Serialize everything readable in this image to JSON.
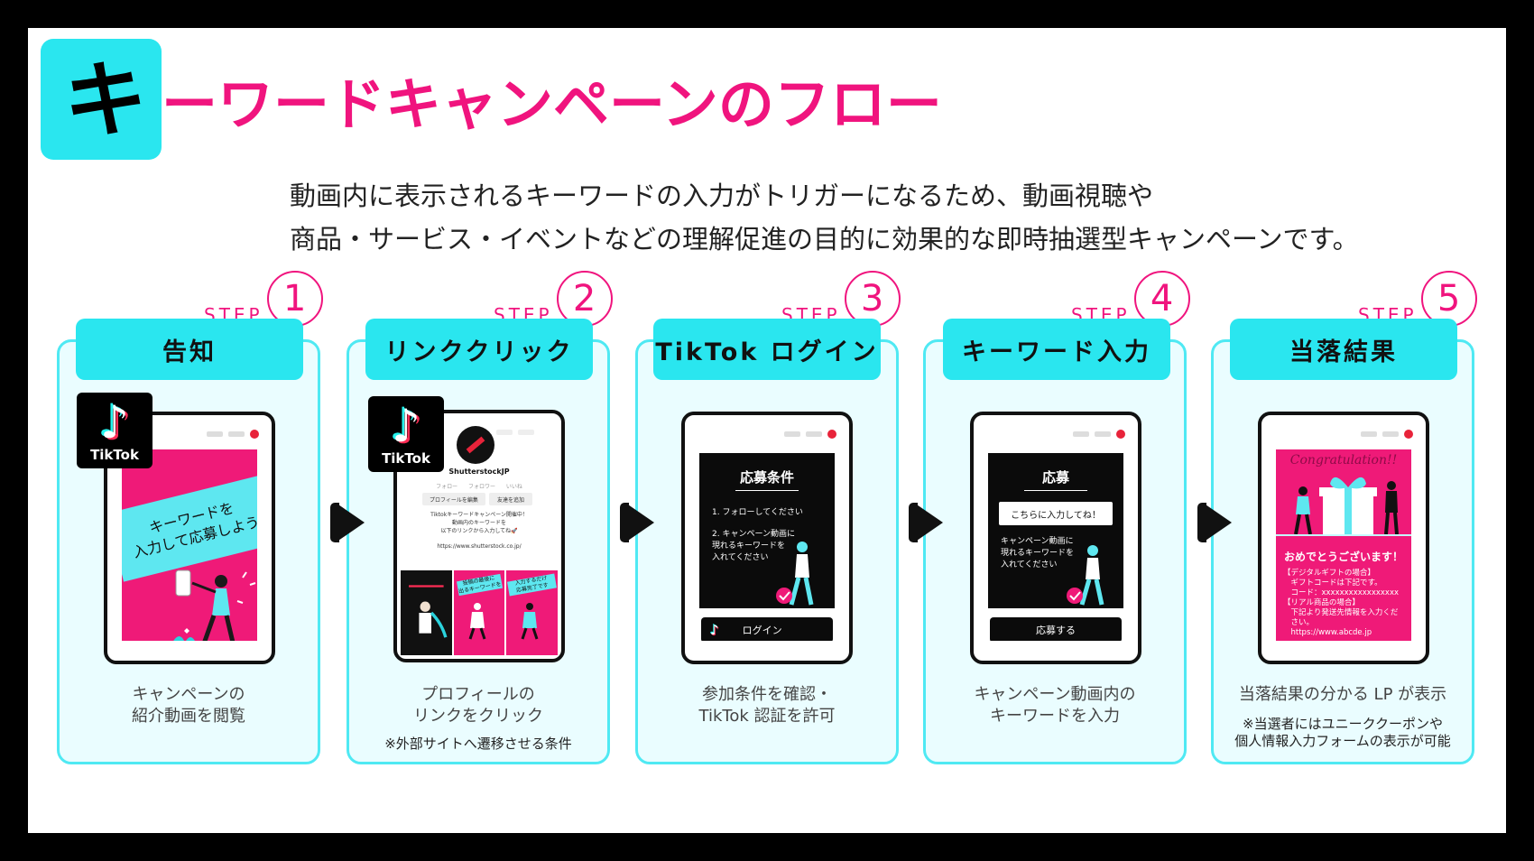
{
  "title": {
    "first_char": "キ",
    "rest": "ーワードキャンペーンのフロー"
  },
  "intro": {
    "line1": "動画内に表示されるキーワードの入力がトリガーになるため、動画視聴や",
    "line2": "商品・サービス・イベントなどの理解促進の目的に効果的な即時抽選型キャンペーンです。"
  },
  "step_word": "STEP",
  "steps": [
    {
      "number": "1",
      "title": "告知",
      "desc1": "キャンペーンの",
      "desc2": "紹介動画を閲覧",
      "note1": "",
      "note2": ""
    },
    {
      "number": "2",
      "title": "リンククリック",
      "desc1": "プロフィールの",
      "desc2": "リンクをクリック",
      "note1": "※外部サイトへ遷移させる条件",
      "note2": ""
    },
    {
      "number": "3",
      "title": "TikTok ログイン",
      "desc1": "参加条件を確認・",
      "desc2": "TikTok 認証を許可",
      "note1": "",
      "note2": ""
    },
    {
      "number": "4",
      "title": "キーワード入力",
      "desc1": "キャンペーン動画内の",
      "desc2": "キーワードを入力",
      "note1": "",
      "note2": ""
    },
    {
      "number": "5",
      "title": "当落結果",
      "desc1": "当落結果の分かる LP が表示",
      "desc2": "",
      "note1": "※当選者にはユニーククーポンや",
      "note2": "個人情報入力フォームの表示が可能"
    }
  ],
  "tiktok_logo_text": "TikTok",
  "screen1": {
    "band1": "キーワードを",
    "band2": "入力して応募しよう"
  },
  "screen2": {
    "name": "ShutterstockJP",
    "stats": "フォロー フォロワー いいね",
    "btn_profile": "プロフィールを編集",
    "btn_friend": "友達を追加",
    "bio1": "Tiktokキーワードキャンペーン開催中！",
    "bio2": "動画内のキーワードを",
    "bio3": "以下のリンクから入力してね🚀",
    "url": "https://www.shutterstock.co.jp/",
    "tile2a": "投稿の最後に",
    "tile2b": "出るキーワードを",
    "tile3a": "入力するだけ",
    "tile3b": "応募完了です"
  },
  "screen3": {
    "title": "応募条件",
    "cond1": "1. フォローしてください",
    "cond2a": "2. キャンペーン動画に",
    "cond2b": "現れるキーワードを",
    "cond2c": "入れてください",
    "login": "ログイン"
  },
  "screen4": {
    "title": "応募",
    "input": "こちらに入力してね！",
    "text1": "キャンペーン動画に",
    "text2": "現れるキーワードを",
    "text3": "入れてください",
    "submit": "応募する"
  },
  "screen5": {
    "congrats": "Congratulation!!",
    "header": "おめでとうございます！",
    "l1": "【デジタルギフトの場合】",
    "l2": "　ギフトコードは下記です。",
    "l3": "　コード：xxxxxxxxxxxxxxxxx",
    "l4": "【リアル商品の場合】",
    "l5": "　下記より発送先情報を入力くだ",
    "l6": "　さい。",
    "l7": "　https://www.abcde.jp"
  },
  "colors": {
    "pink": "#f0147e",
    "cyan": "#2ae6ef",
    "card_bg": "#eafdff",
    "black": "#000000"
  }
}
